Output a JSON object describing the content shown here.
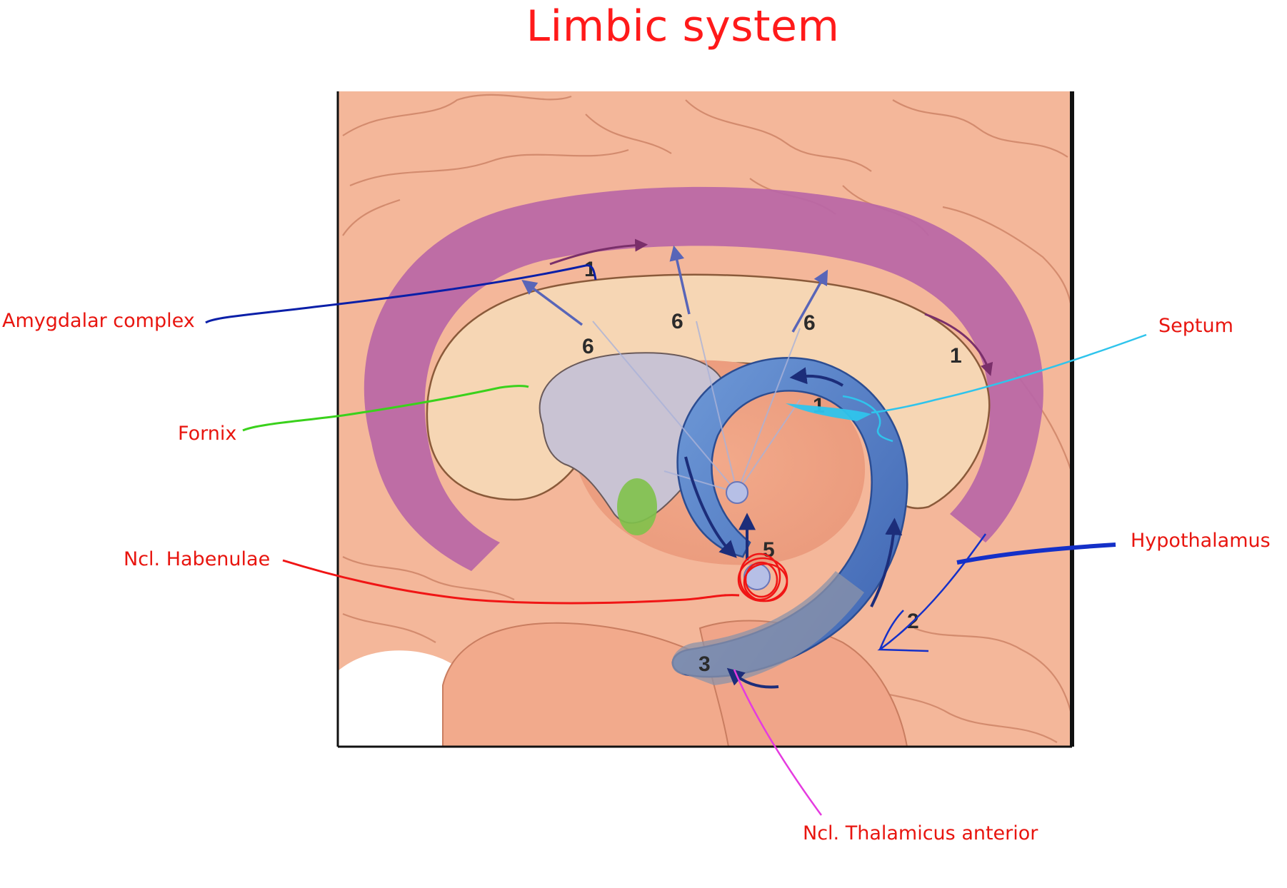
{
  "title": "Limbic system",
  "labels": {
    "amygdalar_complex": "Amygdalar complex",
    "fornix": "Fornix",
    "ncl_habenulae": "Ncl. Habenulae",
    "septum": "Septum",
    "hypothalamus": "Hypothalamus",
    "ncl_thalamicus_anterior": "Ncl. Thalamicus anterior"
  },
  "diagram_numbers": {
    "n1_top": "1",
    "n1_right": "1",
    "n1_fornix": "1",
    "n2": "2",
    "n3": "3",
    "n5": "5",
    "n6_left": "6",
    "n6_mid": "6",
    "n6_right": "6"
  },
  "colors": {
    "title_and_labels": "#e8150f",
    "cortex": "#f4b79a",
    "cingulate_band": "#b966a6",
    "corpus_callosum": "#f6d6b4",
    "fornix_blue": "#4f7cc4",
    "thalamus_gray": "#c9c3d3",
    "amygdala_green": "#7fc24a",
    "leader_amygdalar": "#0a1fa8",
    "leader_fornix": "#3ad11c",
    "leader_habenulae": "#f01515",
    "leader_septum": "#2fc4ec",
    "leader_hypothalamus": "#1430c8",
    "leader_thalamicus": "#e53be0"
  }
}
